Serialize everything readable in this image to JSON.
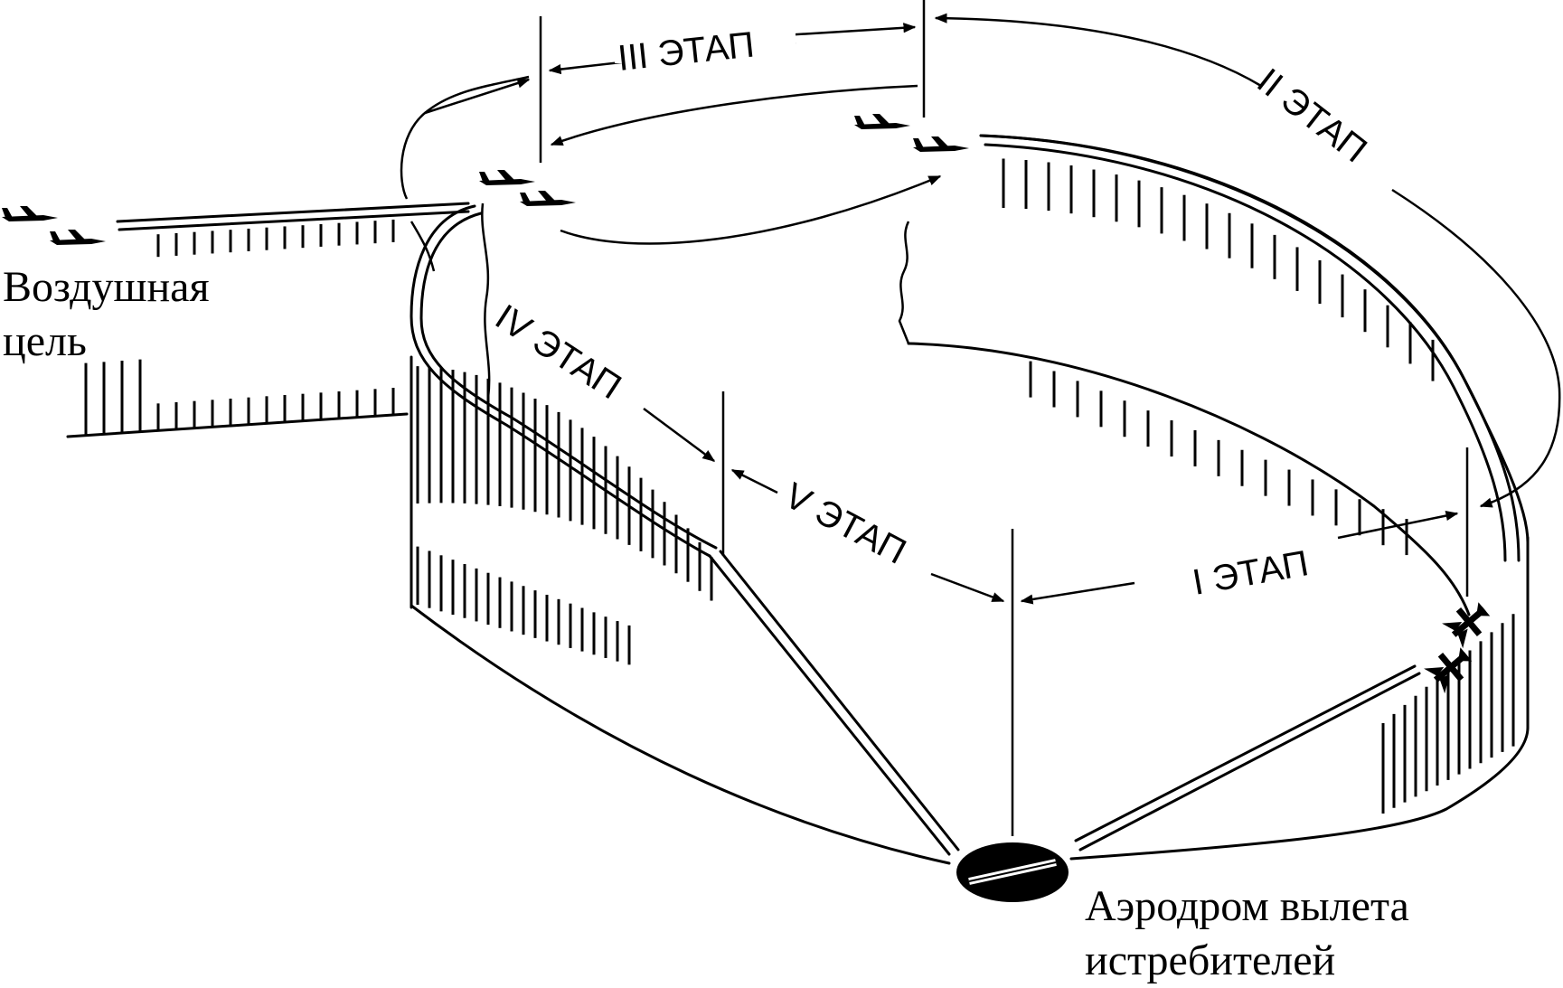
{
  "stages": {
    "stage1": "I ЭТАП",
    "stage2": "II ЭТАП",
    "stage3": "III ЭТАП",
    "stage4": "IV ЭТАП",
    "stage5": "V ЭТАП"
  },
  "labels": {
    "air_target_line1": "Воздушная",
    "air_target_line2": "цель",
    "airfield_line1": "Аэродром вылета",
    "airfield_line2": "истребителей"
  },
  "icons": [
    "airplane-icon",
    "airfield-icon",
    "arrowhead-icon"
  ],
  "colors": {
    "ink": "#000000",
    "background": "#ffffff"
  }
}
